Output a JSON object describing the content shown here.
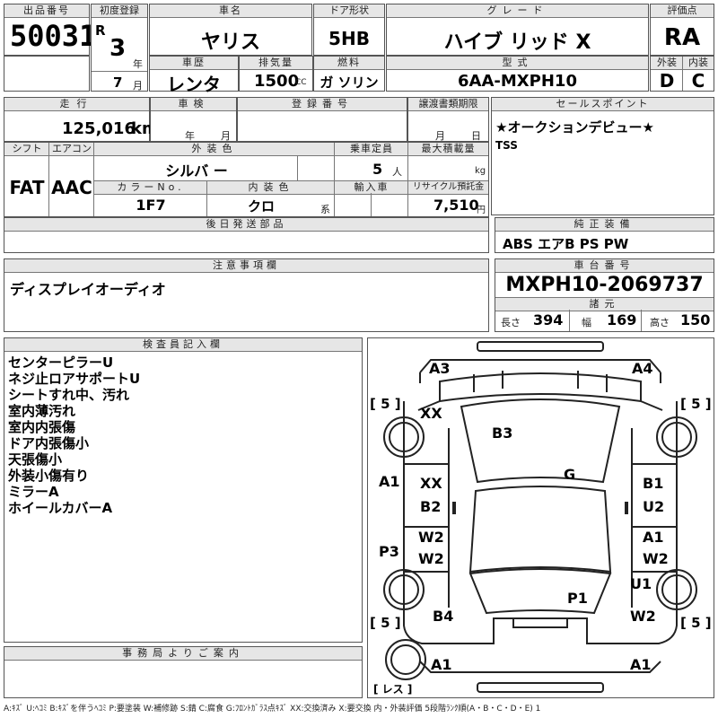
{
  "headers": {
    "lot_no": "出品番号",
    "first_reg": "初度登録",
    "car_name": "車名",
    "door": "ドア形状",
    "grade": "グレード",
    "score": "評価点",
    "history": "車歴",
    "displacement": "排気量",
    "fuel": "燃料",
    "model_code": "型式",
    "exterior": "外装",
    "interior": "内装",
    "mileage": "走行",
    "inspection": "車検",
    "reg_no": "登録番号",
    "transfer_doc": "譲渡書類期限",
    "sales_point": "セールスポイント",
    "shift": "シフト",
    "aircon": "エアコン",
    "ext_color": "外装色",
    "capacity": "乗車定員",
    "max_load": "最大積載量",
    "color_no": "カラーNo.",
    "int_color": "内装色",
    "import": "輸入車",
    "recycle": "リサイクル預託金",
    "later_parts": "後日発送部品",
    "equipment": "純正装備",
    "notes": "注意事項欄",
    "chassis": "車台番号",
    "specs": "諸元",
    "inspector": "検査員記入欄",
    "office": "事務局よりご案内"
  },
  "units": {
    "year": "年",
    "month": "月",
    "cc": "CC",
    "km": "km",
    "person": "人",
    "kg": "kg",
    "kei": "系",
    "yen": "円",
    "length": "長さ",
    "width": "幅",
    "height": "高さ"
  },
  "lot_no": "50031",
  "era": "R",
  "reg_year": "3",
  "reg_month": "7",
  "car_name": "ヤリス",
  "door": "5HB",
  "grade": "ハイブ リッド X",
  "score": "RA",
  "history": "レンタ",
  "displacement": "1500",
  "fuel": "ガ ソリン",
  "model_code": "6AA-MXPH10",
  "exterior_grade": "D",
  "interior_grade": "C",
  "mileage": "125,016",
  "sales_points": [
    "★オークションデビュー★",
    "TSS"
  ],
  "shift": "FAT",
  "aircon": "AAC",
  "ext_color": "シルバ ー",
  "capacity": "5",
  "color_no": "1F7",
  "int_color": "クロ",
  "recycle_fee": "7,510",
  "equipment": "ABS エアB PS PW",
  "notes_text": "ディスプレイオーディオ",
  "chassis_no": "MXPH10-2069737",
  "specs": {
    "length": "394",
    "width": "169",
    "height": "150"
  },
  "inspector_notes": [
    "センターピラーU",
    "ネジ止ロアサポートU",
    "シートすれ中、汚れ",
    "室内薄汚れ",
    "室内内張傷",
    "ドア内張傷小",
    "天張傷小",
    "外装小傷有り",
    "ミラーA",
    "ホイールカバーA"
  ],
  "diagram": {
    "labels": {
      "a3": "A3",
      "a4": "A4",
      "xx_top": "XX",
      "b3": "B3",
      "g": "G",
      "a1_left": "A1",
      "xx_mid": "XX",
      "b2": "B2",
      "b1": "B1",
      "u2": "U2",
      "w2_l1": "W2",
      "w2_l2": "W2",
      "p3": "P3",
      "a1_right": "A1",
      "w2_r": "W2",
      "u1": "U1",
      "p1": "P1",
      "b4": "B4",
      "w2_rb": "W2",
      "a1_bl": "A1",
      "a1_br": "A1"
    },
    "tire_tl": "[ 5 ]",
    "tire_tr": "[ 5 ]",
    "tire_bl": "[ 5 ]",
    "tire_br": "[ 5 ]",
    "spare": "[ レス ]"
  },
  "legend": "A:ｷｽﾞ U:ﾍｺﾐ B:ｷｽﾞを伴うﾍｺﾐ P:要塗装 W:補修跡 S:錆 C:腐食 G:ﾌﾛﾝﾄｶﾞﾗｽ点ｷｽﾞ XX:交換済み X:要交換 内・外装評価 5段階ﾗﾝｸ順(A・B・C・D・E) 1"
}
